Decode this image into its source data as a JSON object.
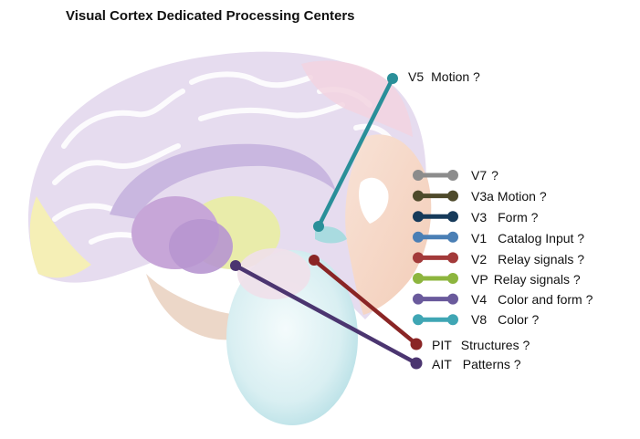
{
  "title": "Visual Cortex Dedicated Processing Centers",
  "callouts": [
    {
      "abbr": "V5",
      "desc": "Motion ?",
      "color": "#2a8f99"
    }
  ],
  "legend": [
    {
      "abbr": "V7",
      "desc": "?",
      "color": "#8c8c8c"
    },
    {
      "abbr": "V3a",
      "desc": "Motion ?",
      "color": "#4e4a2b"
    },
    {
      "abbr": "V3",
      "desc": "Form ?",
      "color": "#163a5a"
    },
    {
      "abbr": "V1",
      "desc": "Catalog Input ?",
      "color": "#4a7fb5"
    },
    {
      "abbr": "V2",
      "desc": "Relay signals ?",
      "color": "#a33a3a"
    },
    {
      "abbr": "VP",
      "desc": "Relay signals ?",
      "color": "#8db53e"
    },
    {
      "abbr": "V4",
      "desc": "Color and form ?",
      "color": "#6a5a9c"
    },
    {
      "abbr": "V8",
      "desc": "Color ?",
      "color": "#3fa6b4"
    }
  ],
  "lower_callouts": [
    {
      "abbr": "PIT",
      "desc": "Structures ?",
      "color": "#8a2525"
    },
    {
      "abbr": "AIT",
      "desc": "Patterns ?",
      "color": "#4b3570"
    }
  ]
}
